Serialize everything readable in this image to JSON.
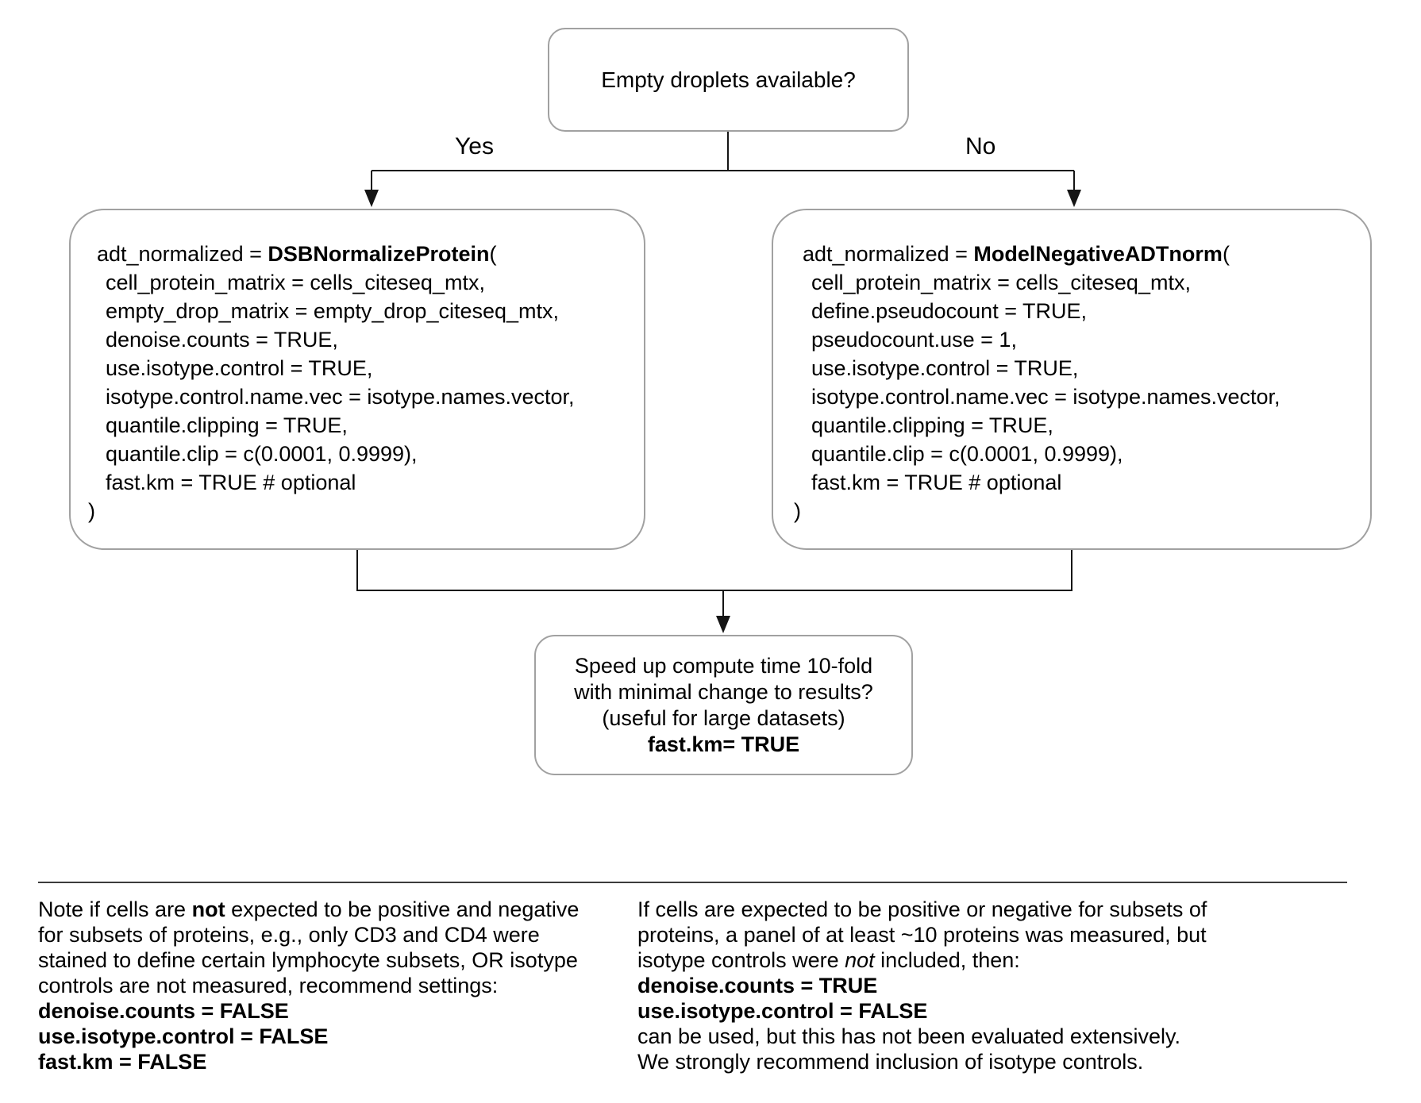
{
  "colors": {
    "background": "#ffffff",
    "box_border": "#a1a1a1",
    "connector": "#151515",
    "text": "#000000",
    "divider": "#3c3c3c"
  },
  "flowchart": {
    "decision": {
      "question": "Empty droplets available?",
      "yes_label": "Yes",
      "no_label": "No"
    },
    "left_box": {
      "lines": [
        {
          "indent": 1,
          "segments": [
            {
              "t": "adt_normalized = "
            },
            {
              "t": "DSBNormalizeProtein",
              "b": true
            },
            {
              "t": "("
            }
          ]
        },
        {
          "indent": 2,
          "segments": [
            {
              "t": "cell_protein_matrix = cells_citeseq_mtx,"
            }
          ]
        },
        {
          "indent": 2,
          "segments": [
            {
              "t": "empty_drop_matrix = empty_drop_citeseq_mtx,"
            }
          ]
        },
        {
          "indent": 2,
          "segments": [
            {
              "t": "denoise.counts = TRUE,"
            }
          ]
        },
        {
          "indent": 2,
          "segments": [
            {
              "t": "use.isotype.control = TRUE,"
            }
          ]
        },
        {
          "indent": 2,
          "segments": [
            {
              "t": "isotype.control.name.vec = isotype.names.vector,"
            }
          ]
        },
        {
          "indent": 2,
          "segments": [
            {
              "t": "quantile.clipping = TRUE,"
            }
          ]
        },
        {
          "indent": 2,
          "segments": [
            {
              "t": "quantile.clip = c(0.0001, 0.9999),"
            }
          ]
        },
        {
          "indent": 2,
          "segments": [
            {
              "t": "fast.km = TRUE # optional"
            }
          ]
        },
        {
          "indent": 0,
          "segments": [
            {
              "t": ")"
            }
          ]
        }
      ]
    },
    "right_box": {
      "lines": [
        {
          "indent": 1,
          "segments": [
            {
              "t": "adt_normalized = "
            },
            {
              "t": "ModelNegativeADTnorm",
              "b": true
            },
            {
              "t": "("
            }
          ]
        },
        {
          "indent": 2,
          "segments": [
            {
              "t": "cell_protein_matrix = cells_citeseq_mtx,"
            }
          ]
        },
        {
          "indent": 2,
          "segments": [
            {
              "t": "define.pseudocount = TRUE,"
            }
          ]
        },
        {
          "indent": 2,
          "segments": [
            {
              "t": "pseudocount.use = 1,"
            }
          ]
        },
        {
          "indent": 2,
          "segments": [
            {
              "t": "use.isotype.control = TRUE,"
            }
          ]
        },
        {
          "indent": 2,
          "segments": [
            {
              "t": "isotype.control.name.vec = isotype.names.vector,"
            }
          ]
        },
        {
          "indent": 2,
          "segments": [
            {
              "t": "quantile.clipping = TRUE,"
            }
          ]
        },
        {
          "indent": 2,
          "segments": [
            {
              "t": "quantile.clip = c(0.0001, 0.9999),"
            }
          ]
        },
        {
          "indent": 2,
          "segments": [
            {
              "t": "fast.km = TRUE # optional"
            }
          ]
        },
        {
          "indent": 0,
          "segments": [
            {
              "t": ")"
            }
          ]
        }
      ]
    },
    "speed_box": {
      "lines": [
        {
          "segments": [
            {
              "t": "Speed up compute time 10-fold"
            }
          ]
        },
        {
          "segments": [
            {
              "t": "with minimal change to results?"
            }
          ]
        },
        {
          "segments": [
            {
              "t": "(useful for large datasets)"
            }
          ]
        },
        {
          "segments": [
            {
              "t": "fast.km= TRUE",
              "b": true
            }
          ]
        }
      ]
    }
  },
  "notes": {
    "left": {
      "lines": [
        {
          "segments": [
            {
              "t": "Note if cells are "
            },
            {
              "t": "not",
              "b": true
            },
            {
              "t": " expected to be positive and negative"
            }
          ]
        },
        {
          "segments": [
            {
              "t": "for subsets of proteins, e.g., only CD3 and CD4 were"
            }
          ]
        },
        {
          "segments": [
            {
              "t": "stained to define certain lymphocyte subsets, OR isotype"
            }
          ]
        },
        {
          "segments": [
            {
              "t": "controls are not measured, recommend settings:"
            }
          ]
        },
        {
          "segments": [
            {
              "t": "denoise.counts = FALSE",
              "b": true
            }
          ]
        },
        {
          "segments": [
            {
              "t": "use.isotype.control = FALSE",
              "b": true
            }
          ]
        },
        {
          "segments": [
            {
              "t": "fast.km = FALSE",
              "b": true
            }
          ]
        }
      ]
    },
    "right": {
      "lines": [
        {
          "segments": [
            {
              "t": "If cells are expected to be positive or negative for subsets of"
            }
          ]
        },
        {
          "segments": [
            {
              "t": "proteins, a panel of at least ~10 proteins was measured, but"
            }
          ]
        },
        {
          "segments": [
            {
              "t": "isotype controls were "
            },
            {
              "t": "not",
              "i": true
            },
            {
              "t": " included, then:"
            }
          ]
        },
        {
          "segments": [
            {
              "t": "denoise.counts = TRUE",
              "b": true
            }
          ]
        },
        {
          "segments": [
            {
              "t": "use.isotype.control = FALSE",
              "b": true
            }
          ]
        },
        {
          "segments": [
            {
              "t": "can be used, but this has not been evaluated extensively."
            }
          ]
        },
        {
          "segments": [
            {
              "t": "We strongly recommend inclusion of isotype controls."
            }
          ]
        }
      ]
    }
  }
}
